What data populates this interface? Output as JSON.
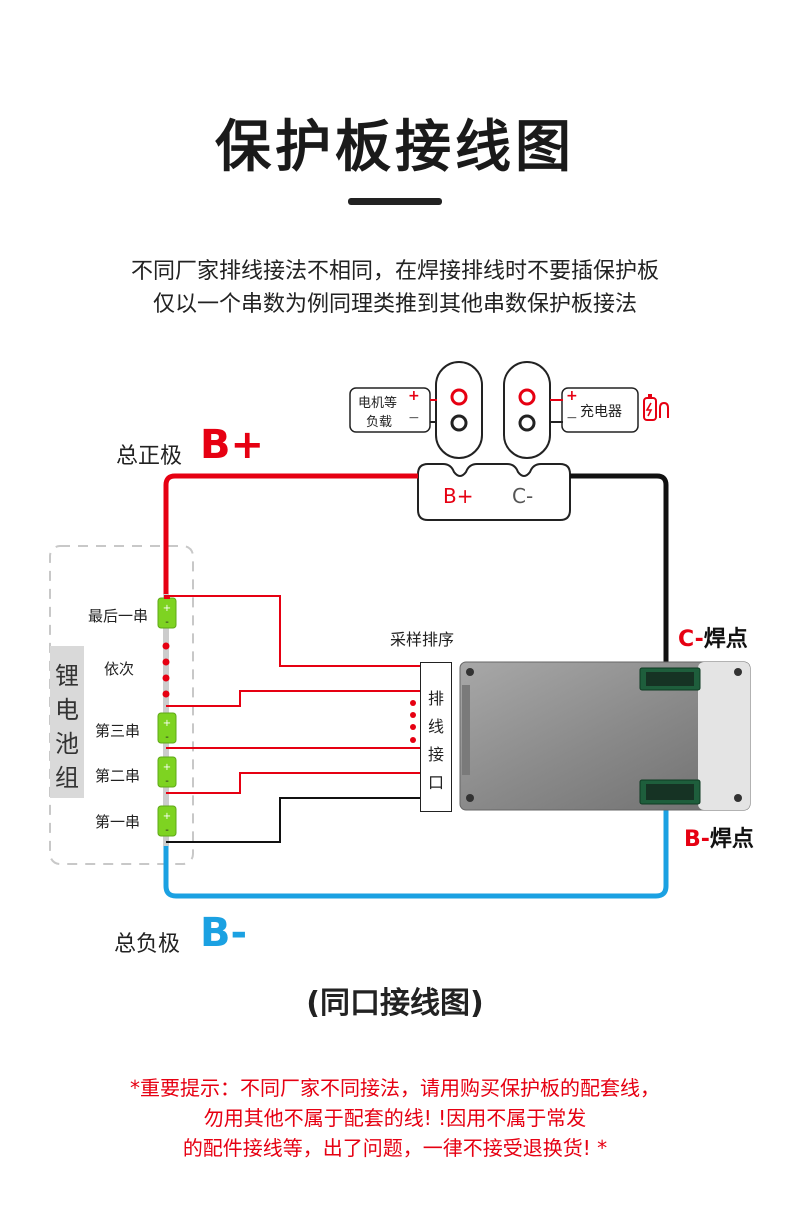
{
  "header": {
    "title": "保护板接线图",
    "intro_line1": "不同厂家排线接法不相同，在焊接排线时不要插保护板",
    "intro_line2": "仅以一个串数为例同理类推到其他串数保护板接法"
  },
  "diagram": {
    "load_label_line1": "电机等",
    "load_label_line2": "负载",
    "charger_label": "充电器",
    "plus_sign": "+",
    "minus_sign": "−",
    "total_positive_label": "总正极",
    "total_positive_code": "B+",
    "total_negative_label": "总负极",
    "total_negative_code": "B-",
    "port_bplus": "B+",
    "port_cminus": "C-",
    "c_solder_code": "C-",
    "c_solder_text": "焊点",
    "b_solder_code": "B-",
    "b_solder_text": "焊点",
    "sampling_label": "采样排序",
    "connector_chars": [
      "排",
      "线",
      "接",
      "口"
    ],
    "battery_group_chars": [
      "锂",
      "电",
      "池",
      "组"
    ],
    "cells": {
      "last": "最后一串",
      "sequence": "依次",
      "third": "第三串",
      "second": "第二串",
      "first": "第一串"
    },
    "colors": {
      "red": "#e60012",
      "blue": "#1ba1e2",
      "black": "#111111",
      "cell_green": "#7ed321",
      "board_gray": "#8c8c8c"
    }
  },
  "footer": {
    "subtitle": "(同口接线图)",
    "warning_line1": "*重要提示：不同厂家不同接法，请用购买保护板的配套线，",
    "warning_line2": "勿用其他不属于配套的线! !因用不属于常发",
    "warning_line3": "的配件接线等，出了问题，一律不接受退换货! *"
  }
}
